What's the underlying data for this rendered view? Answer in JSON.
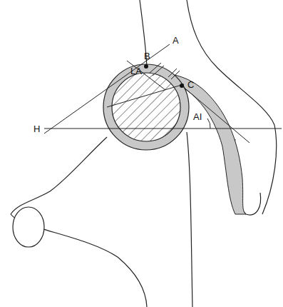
{
  "diagram": {
    "labels": [
      "B",
      "A",
      "C",
      "LA",
      "H",
      "AI"
    ]
  }
}
